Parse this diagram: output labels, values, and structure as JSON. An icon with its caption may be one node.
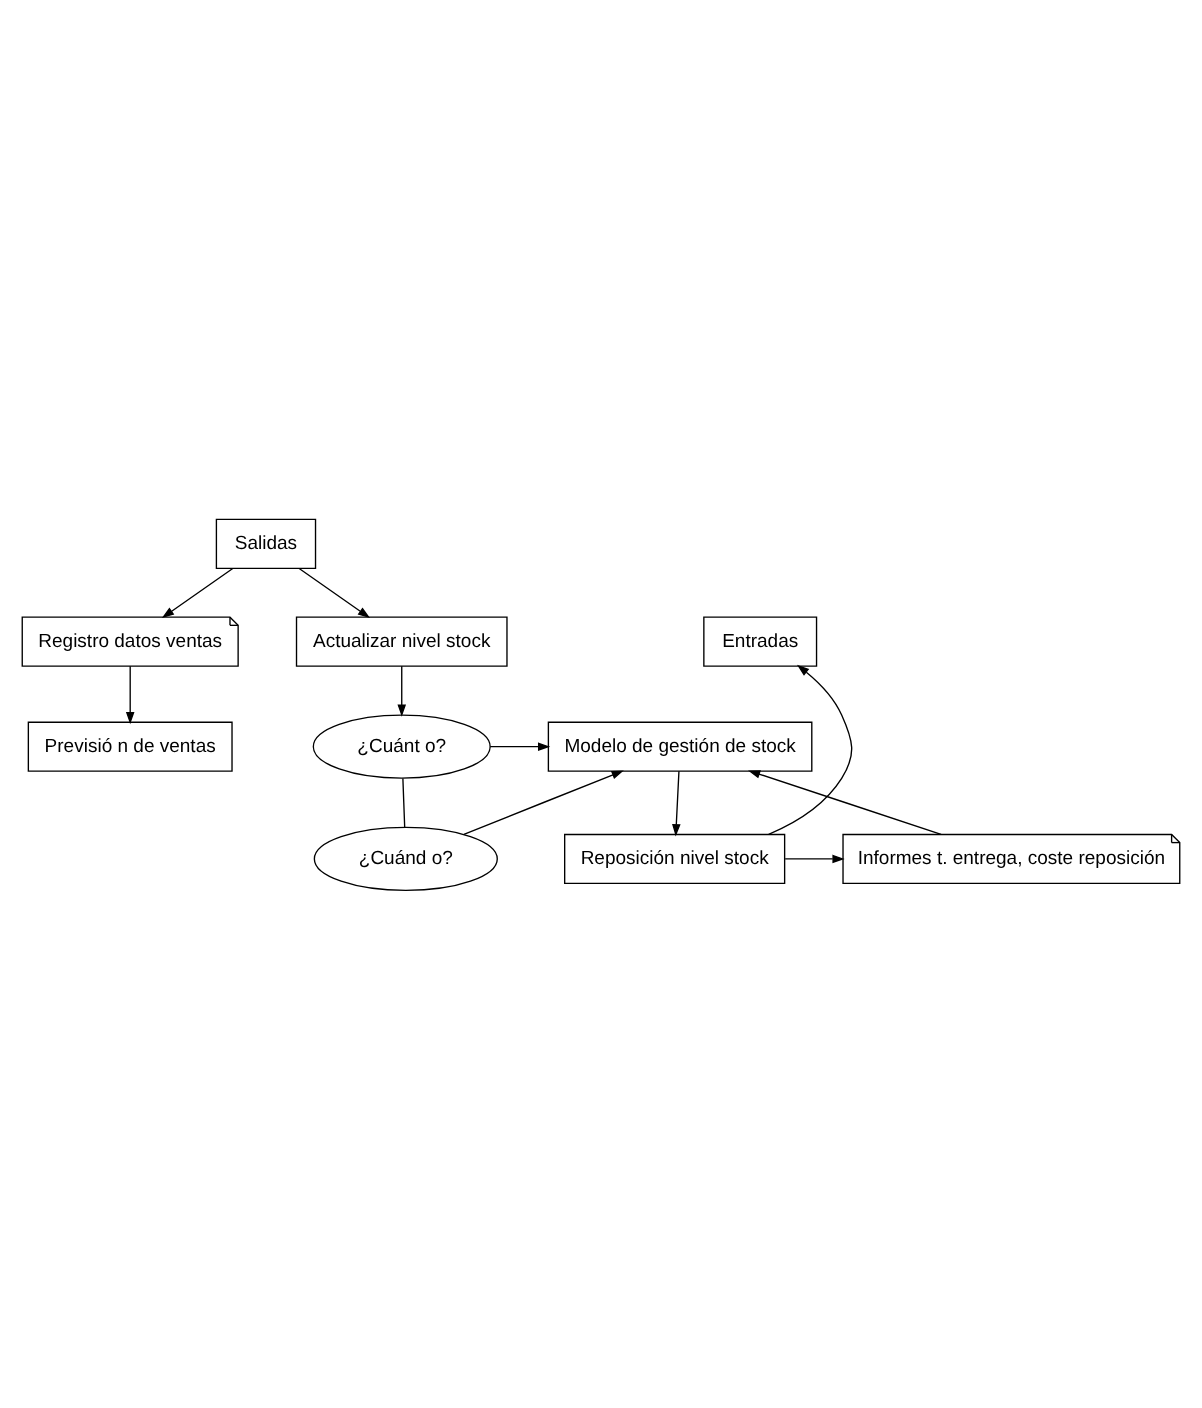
{
  "diagram": {
    "nodes": [
      {
        "text": [
          "Salidas"
        ]
      },
      {
        "text": [
          "Registro datos ventas"
        ]
      },
      {
        "text": [
          "Entradas"
        ]
      },
      {
        "text": [
          "Actualizar nivel stock"
        ]
      },
      {
        "text": [
          "Previsió n de ventas"
        ]
      },
      {
        "text": [
          "¿Cuánt o?"
        ]
      },
      {
        "text": [
          "Modelo de gestión de stock"
        ]
      },
      {
        "text": [
          "¿Cuánd o?"
        ]
      },
      {
        "text": [
          "Reposición nivel stock"
        ]
      },
      {
        "text": [
          "Informes t. entrega, coste reposición"
        ]
      }
    ],
    "edges": [
      {
        "from": 0,
        "to": 3,
        "arrow": "to"
      },
      {
        "from": 0,
        "to": 1,
        "arrow": "to"
      },
      {
        "from": 1,
        "to": 4,
        "arrow": "to"
      },
      {
        "from": 3,
        "to": 5,
        "arrow": "to"
      },
      {
        "from": 5,
        "to": 7,
        "arrow": "none"
      },
      {
        "from": 5,
        "to": 6,
        "arrow": "to"
      },
      {
        "from": 7,
        "to": 6,
        "arrow": "to"
      },
      {
        "from": 6,
        "to": 8,
        "arrow": "to"
      },
      {
        "from": 8,
        "to": 2,
        "arrow": "to"
      },
      {
        "from": 8,
        "to": 9,
        "arrow": "to"
      },
      {
        "from": 9,
        "to": 6,
        "arrow": "to"
      }
    ]
  }
}
